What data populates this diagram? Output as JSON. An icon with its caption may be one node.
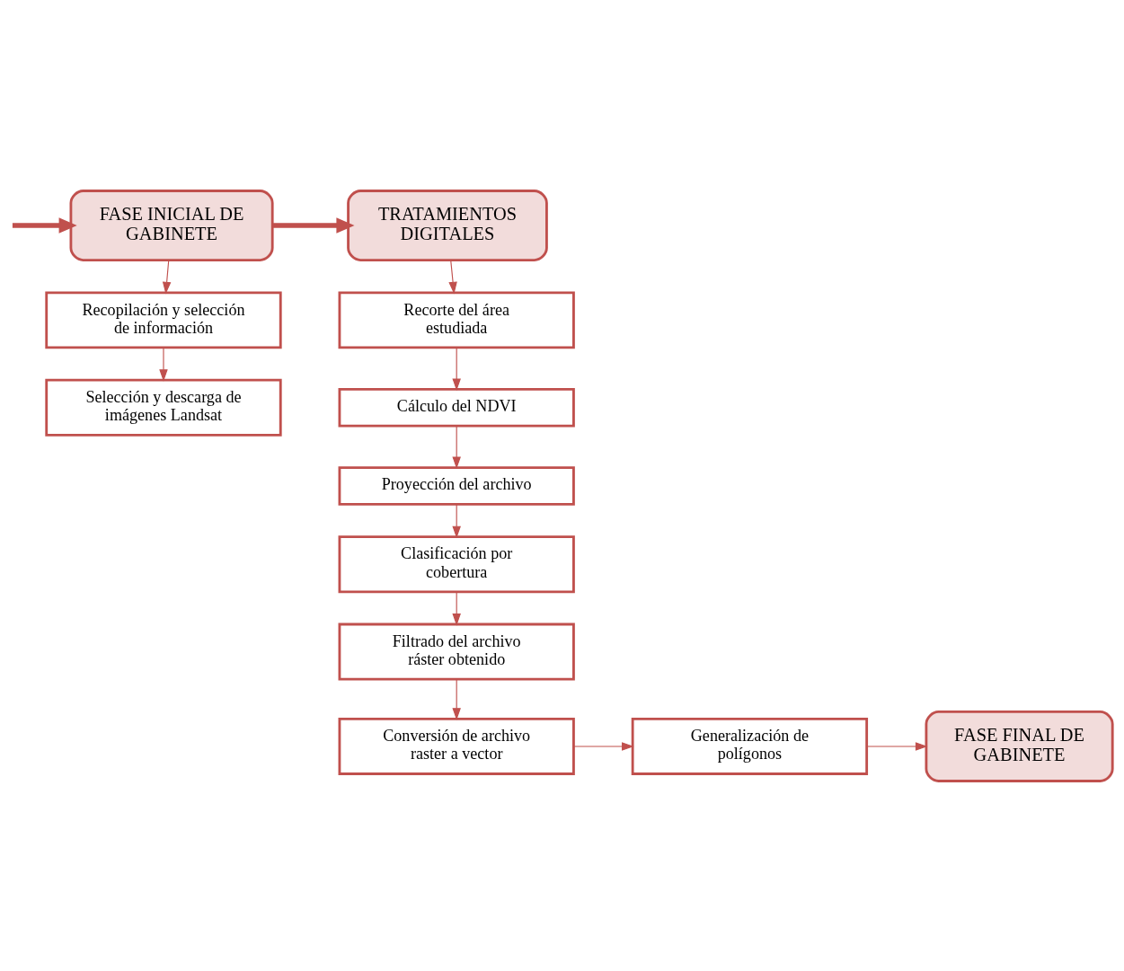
{
  "diagram": {
    "nodes": [
      {
        "text": [
          "FASE INICIAL DE GABINETE"
        ]
      },
      {
        "text": [
          "TRATAMIENTOS DIGITALES"
        ]
      },
      {
        "text": [
          "Recopilación y selección de información"
        ]
      },
      {
        "text": [
          "Selección y descarga de imágenes Landsat"
        ]
      },
      {
        "text": [
          "Recorte del área estudiada"
        ]
      },
      {
        "text": [
          "Cálculo del NDVI"
        ]
      },
      {
        "text": [
          "Proyección del archivo"
        ]
      },
      {
        "text": [
          "Clasificación por cobertura"
        ]
      },
      {
        "text": [
          "Filtrado del archivo ráster obtenido"
        ]
      },
      {
        "text": [
          "Conversión de archivo raster a vector"
        ]
      },
      {
        "text": [
          "Generalización de polígonos"
        ]
      },
      {
        "text": [
          "FASE FINAL DE GABINETE"
        ]
      }
    ],
    "edges": [
      {
        "from": null,
        "to": 0,
        "arrow": "to",
        "style": "thick"
      },
      {
        "from": 0,
        "to": 1,
        "arrow": "to",
        "style": "thick"
      },
      {
        "from": 0,
        "to": 2,
        "arrow": "to"
      },
      {
        "from": 2,
        "to": 3,
        "arrow": "to"
      },
      {
        "from": 1,
        "to": 4,
        "arrow": "to"
      },
      {
        "from": 4,
        "to": 5,
        "arrow": "to"
      },
      {
        "from": 5,
        "to": 6,
        "arrow": "to"
      },
      {
        "from": 6,
        "to": 7,
        "arrow": "to"
      },
      {
        "from": 7,
        "to": 8,
        "arrow": "to"
      },
      {
        "from": 8,
        "to": 9,
        "arrow": "to"
      },
      {
        "from": 9,
        "to": 10,
        "arrow": "to"
      },
      {
        "from": 10,
        "to": 11,
        "arrow": "to"
      }
    ]
  }
}
